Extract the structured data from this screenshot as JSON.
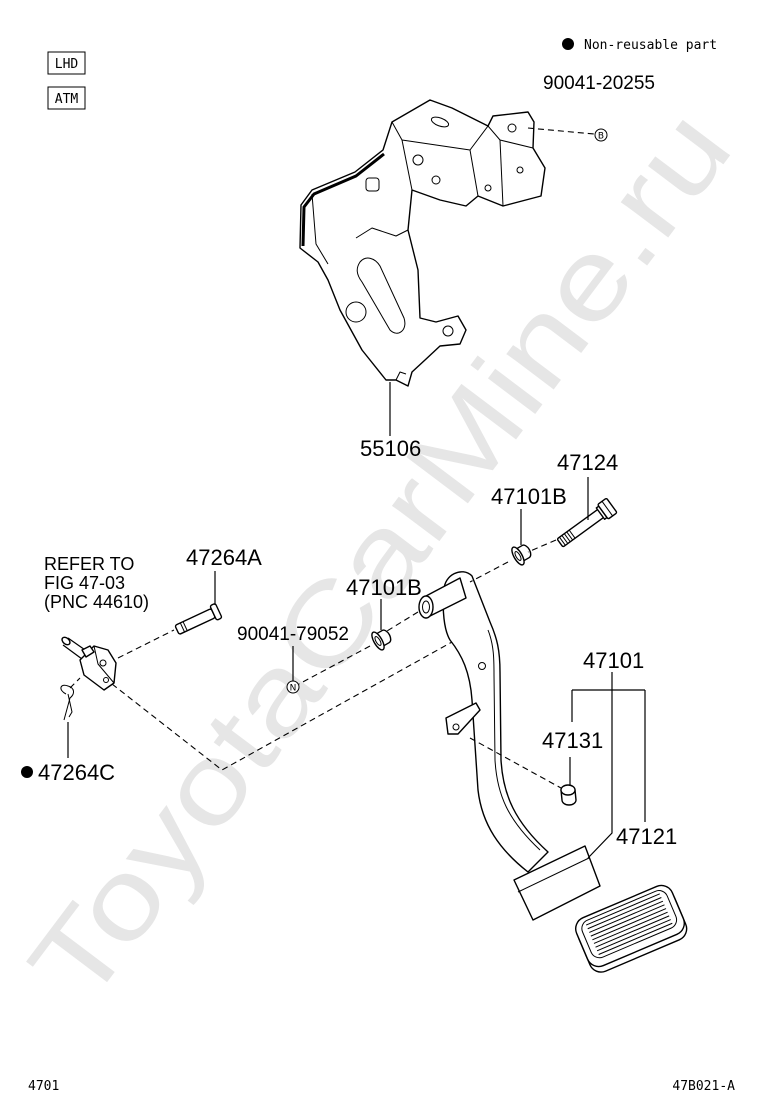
{
  "tags": {
    "lhd": "LHD",
    "atm": "ATM"
  },
  "legend": {
    "non_reusable": "Non-reusable part"
  },
  "labels": {
    "bracket_bolt": "90041-20255",
    "bracket": "55106",
    "bolt": "47124",
    "bushing_upper": "47101B",
    "refer_line1": "REFER TO",
    "refer_line2": "FIG 47-03",
    "refer_line3": "(PNC 44610)",
    "pin": "47264A",
    "bushing_lower": "47101B",
    "nut": "90041-79052",
    "pedal_assy": "47101",
    "cushion": "47131",
    "clip": "47264C",
    "pad": "47121"
  },
  "markers": {
    "b": "B",
    "n": "N"
  },
  "footer": {
    "figure": "4701",
    "code": "47B021-A"
  },
  "watermark": "ToyotaCarMine.ru",
  "colors": {
    "watermark": "#e6e6e6",
    "line": "#000000"
  }
}
